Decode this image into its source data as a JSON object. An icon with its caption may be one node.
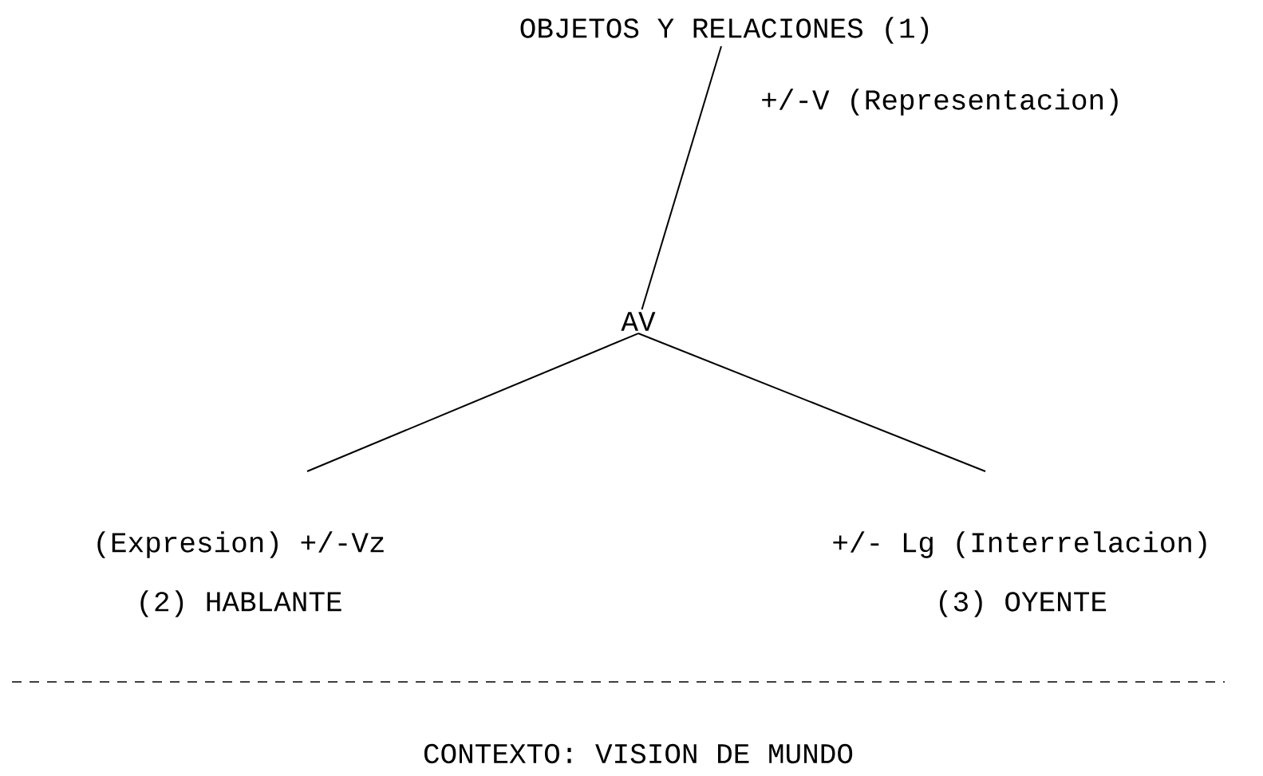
{
  "diagram": {
    "nodes": [
      {
        "text": [
          "OBJETOS Y RELACIONES  (1)"
        ]
      },
      {
        "text": [
          "AV"
        ]
      },
      {
        "text": [
          "(Expresion) +/-Vz",
          "(2)  HABLANTE"
        ]
      },
      {
        "text": [
          "+/- Lg (Interrelacion)",
          "(3)  OYENTE"
        ]
      }
    ],
    "edges": [
      {
        "from": 0,
        "to": 1,
        "arrow": "none",
        "label": "+/-V (Representacion)"
      },
      {
        "from": 1,
        "to": 2,
        "arrow": "none"
      },
      {
        "from": 1,
        "to": 3,
        "arrow": "none"
      }
    ],
    "labels": [
      "CONTEXTO: VISION DE MUNDO"
    ]
  }
}
